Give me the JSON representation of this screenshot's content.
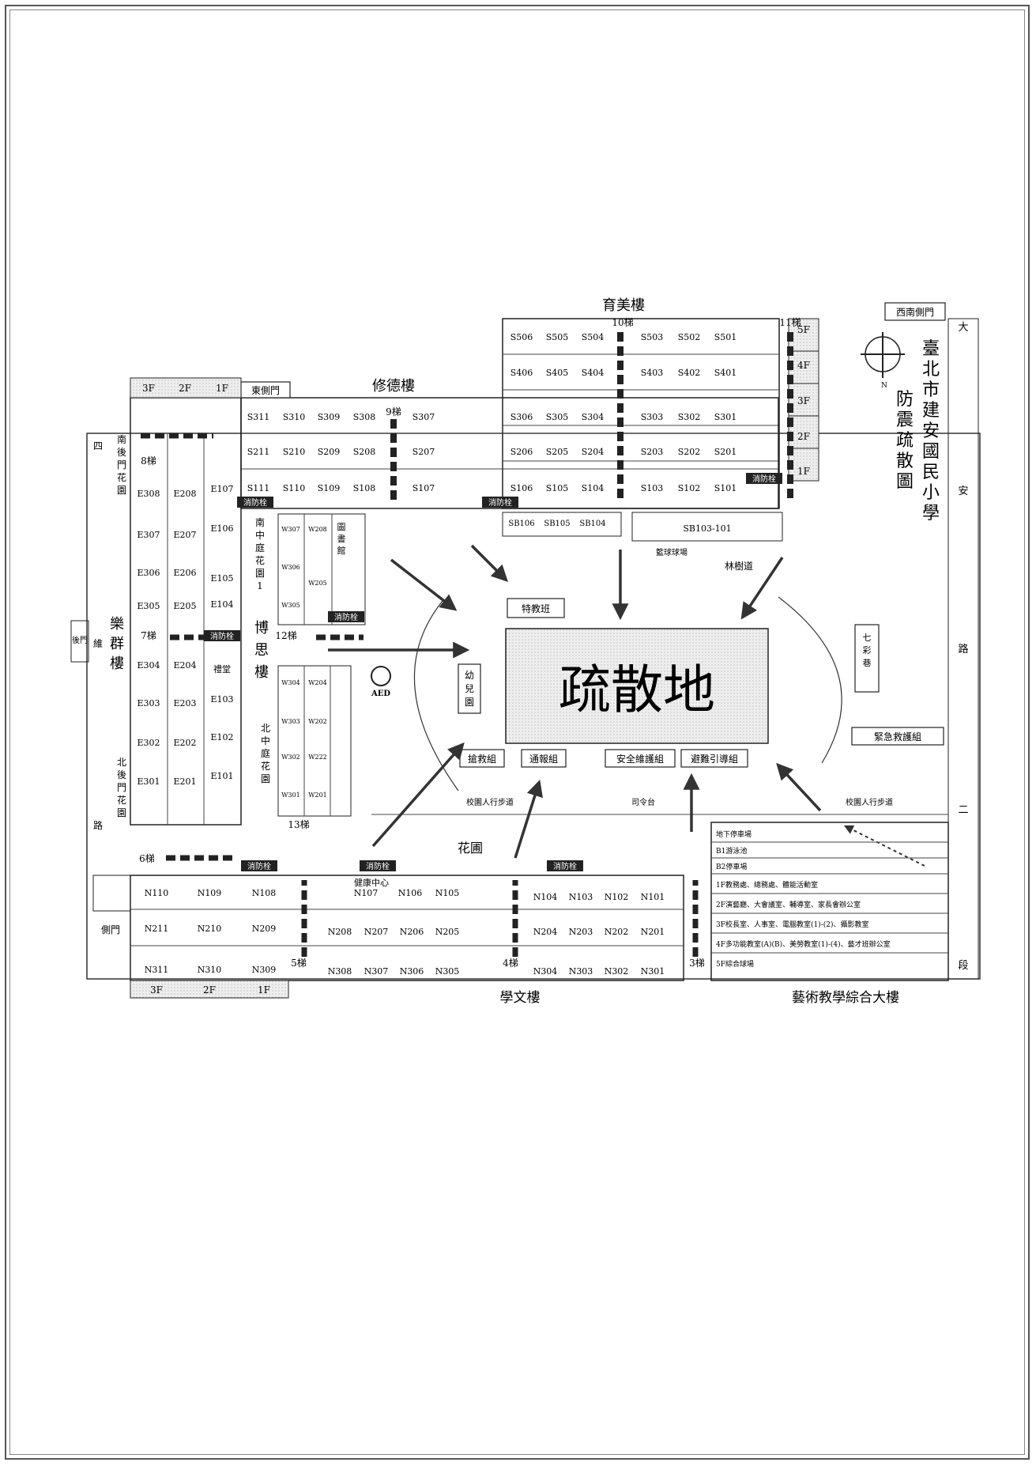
{
  "title": "臺北市建安國民小學防震疏散圖",
  "center_label": "疏散地",
  "buildings": {
    "yumei": "育美樓",
    "xiude": "修德樓",
    "lequn": "樂群樓",
    "bosi": "博思樓",
    "xuewen": "學文樓",
    "arts": "藝術教學綜合大樓"
  },
  "gates": {
    "southwest": "西南側門",
    "east": "東側門",
    "rear": "後門",
    "side": "側門"
  },
  "roads": {
    "daan": [
      "大",
      "安",
      "路",
      "二",
      "段"
    ],
    "siwei": [
      "四",
      "維",
      "路"
    ]
  },
  "areas": {
    "flower": "花圃",
    "north_garden": "北中庭花園",
    "south_garden": "南中庭花園1",
    "garden_rear_n": "北後門花園",
    "garden_rear_s": "南後門花園",
    "kindergarten": "幼兒園",
    "library": "圖書館",
    "health": "健康中心",
    "hall": "禮堂",
    "seven": "七彩巷",
    "avenue": "林樹道",
    "sidewalk1": "校園人行步道",
    "sidewalk2": "校園人行步道",
    "podium": "司令台",
    "court": "籃球球場",
    "fire": "消防栓",
    "aed": "AED"
  },
  "groups": {
    "rescue": "搶救組",
    "notify": "通報組",
    "safety": "安全維護組",
    "guide": "避難引導組",
    "care": "緊急救護組",
    "special": "特教班"
  },
  "stairs": [
    "8梯",
    "7梯",
    "6梯",
    "9梯",
    "10梯",
    "11梯",
    "12梯",
    "13梯",
    "5梯",
    "4梯",
    "3梯"
  ],
  "floors": [
    "5F",
    "4F",
    "3F",
    "2F",
    "1F"
  ],
  "rooms": {
    "s_row5": [
      "S506",
      "S505",
      "S504",
      "S503",
      "S502",
      "S501"
    ],
    "s_row4": [
      "S406",
      "S405",
      "S404",
      "S403",
      "S402",
      "S401"
    ],
    "s_row3a": [
      "S311",
      "S310",
      "S309",
      "S308",
      "S307",
      "S306",
      "S305",
      "S304",
      "S303",
      "S302",
      "S301"
    ],
    "s_row2a": [
      "S211",
      "S210",
      "S209",
      "S208",
      "S207",
      "S206",
      "S205",
      "S204",
      "S203",
      "S202",
      "S201"
    ],
    "s_row1a": [
      "S111",
      "S110",
      "S109",
      "S108",
      "S107",
      "S106",
      "S105",
      "S104",
      "S103",
      "S102",
      "S101"
    ],
    "sb": [
      "SB106",
      "SB105",
      "SB104",
      "SB103-101"
    ],
    "e_col3": [
      "E308",
      "E307",
      "E306",
      "E305",
      "E304",
      "E303",
      "E302",
      "E301"
    ],
    "e_col2": [
      "E208",
      "E207",
      "E206",
      "E205",
      "E204",
      "E203",
      "E202",
      "E201"
    ],
    "e_col1": [
      "E107",
      "E106",
      "E105",
      "E104",
      "E103",
      "E102",
      "E101"
    ],
    "w_col": [
      "W307",
      "W306",
      "W305",
      "W304",
      "W303",
      "W302",
      "W301"
    ],
    "w_col2": [
      "W208",
      "W205",
      "W204",
      "W202",
      "W222",
      "W201"
    ],
    "n_row1": [
      "N110",
      "N109",
      "N108",
      "N107",
      "N106",
      "N105",
      "N104",
      "N103",
      "N102",
      "N101"
    ],
    "n_row2": [
      "N211",
      "N210",
      "N209",
      "N208",
      "N207",
      "N206",
      "N205",
      "N204",
      "N203",
      "N202",
      "N201"
    ],
    "n_row3": [
      "N311",
      "N310",
      "N309",
      "N308",
      "N307",
      "N306",
      "N305",
      "N304",
      "N303",
      "N302",
      "N301"
    ],
    "arts_floors": [
      "1F教務處、總務處、體能活動室",
      "2F演藝廳、大會議室、輔導室、家長會辦公室",
      "3F校長室、人事室、電腦教室(1)-(2)、攝影教室",
      "4F多功能教室(A)(B)、美勞教室(1)-(4)、藝才班辦公室",
      "5F綜合球場"
    ],
    "arts_extra": [
      "地下停車場",
      "B1游泳池",
      "B2停車場"
    ]
  }
}
